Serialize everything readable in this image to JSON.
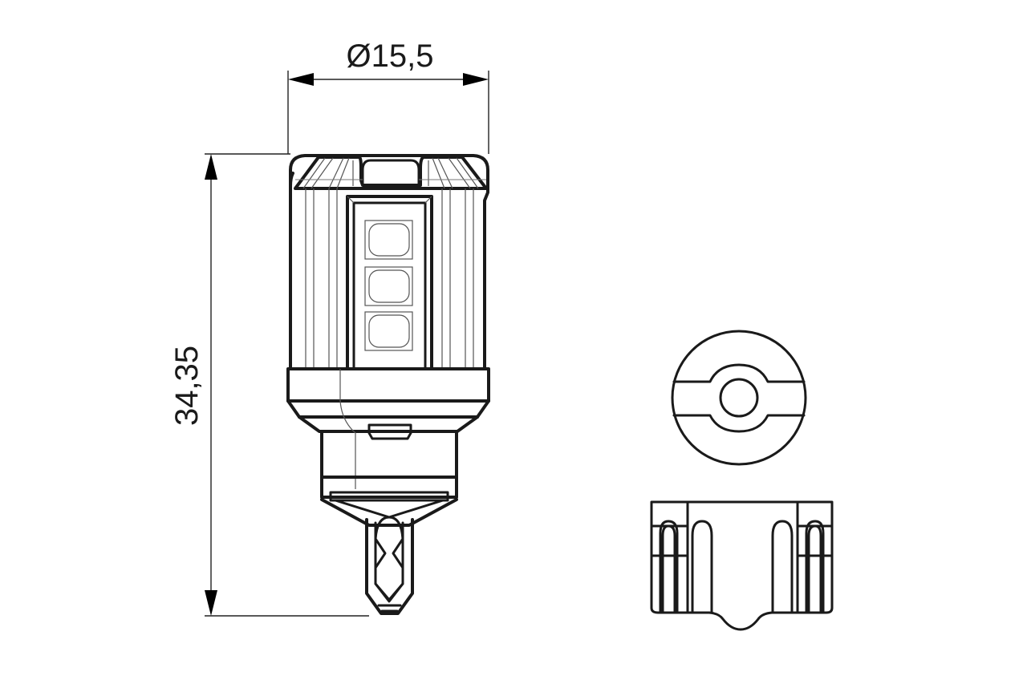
{
  "drawing": {
    "type": "technical-drawing",
    "subject": "LED bulb W21/5W wedge base",
    "views": [
      "side-view",
      "top-view",
      "base-end-view"
    ]
  },
  "dimensions": {
    "diameter": {
      "label": "Ø15,5",
      "value": 15.5,
      "unit": "mm"
    },
    "height": {
      "label": "34,35",
      "value": 34.35,
      "unit": "mm"
    }
  },
  "led_chips": {
    "count": 3
  },
  "colors": {
    "line": "#1a1a1a",
    "background": "#ffffff"
  }
}
